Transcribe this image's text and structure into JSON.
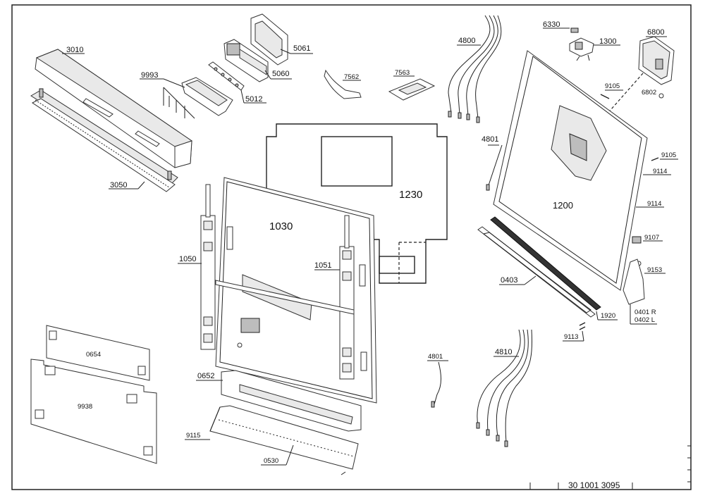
{
  "drawing": {
    "document_number": "30 1001 3095",
    "parts": {
      "p3010": "3010",
      "p3050": "3050",
      "p9993": "9993",
      "p5061": "5061",
      "p5060": "5060",
      "p5012": "5012",
      "p7562": "7562",
      "p7563": "7563",
      "p4800": "4800",
      "p6330": "6330",
      "p1300": "1300",
      "p6800": "6800",
      "p9105a": "9105",
      "p6802": "6802",
      "p4801a": "4801",
      "p9105b": "9105",
      "p9114a": "9114",
      "p1200": "1200",
      "p9114b": "9114",
      "p1230": "1230",
      "p1030": "1030",
      "p1050": "1050",
      "p1051": "1051",
      "p9107": "9107",
      "p9153": "9153",
      "p0403": "0403",
      "p1920": "1920",
      "p0401": "0401 R",
      "p0402": "0402 L",
      "p9113": "9113",
      "p0654": "0654",
      "p9938": "9938",
      "p0652": "0652",
      "p9115": "9115",
      "p0530": "0530",
      "p4801b": "4801",
      "p4810": "4810"
    }
  }
}
